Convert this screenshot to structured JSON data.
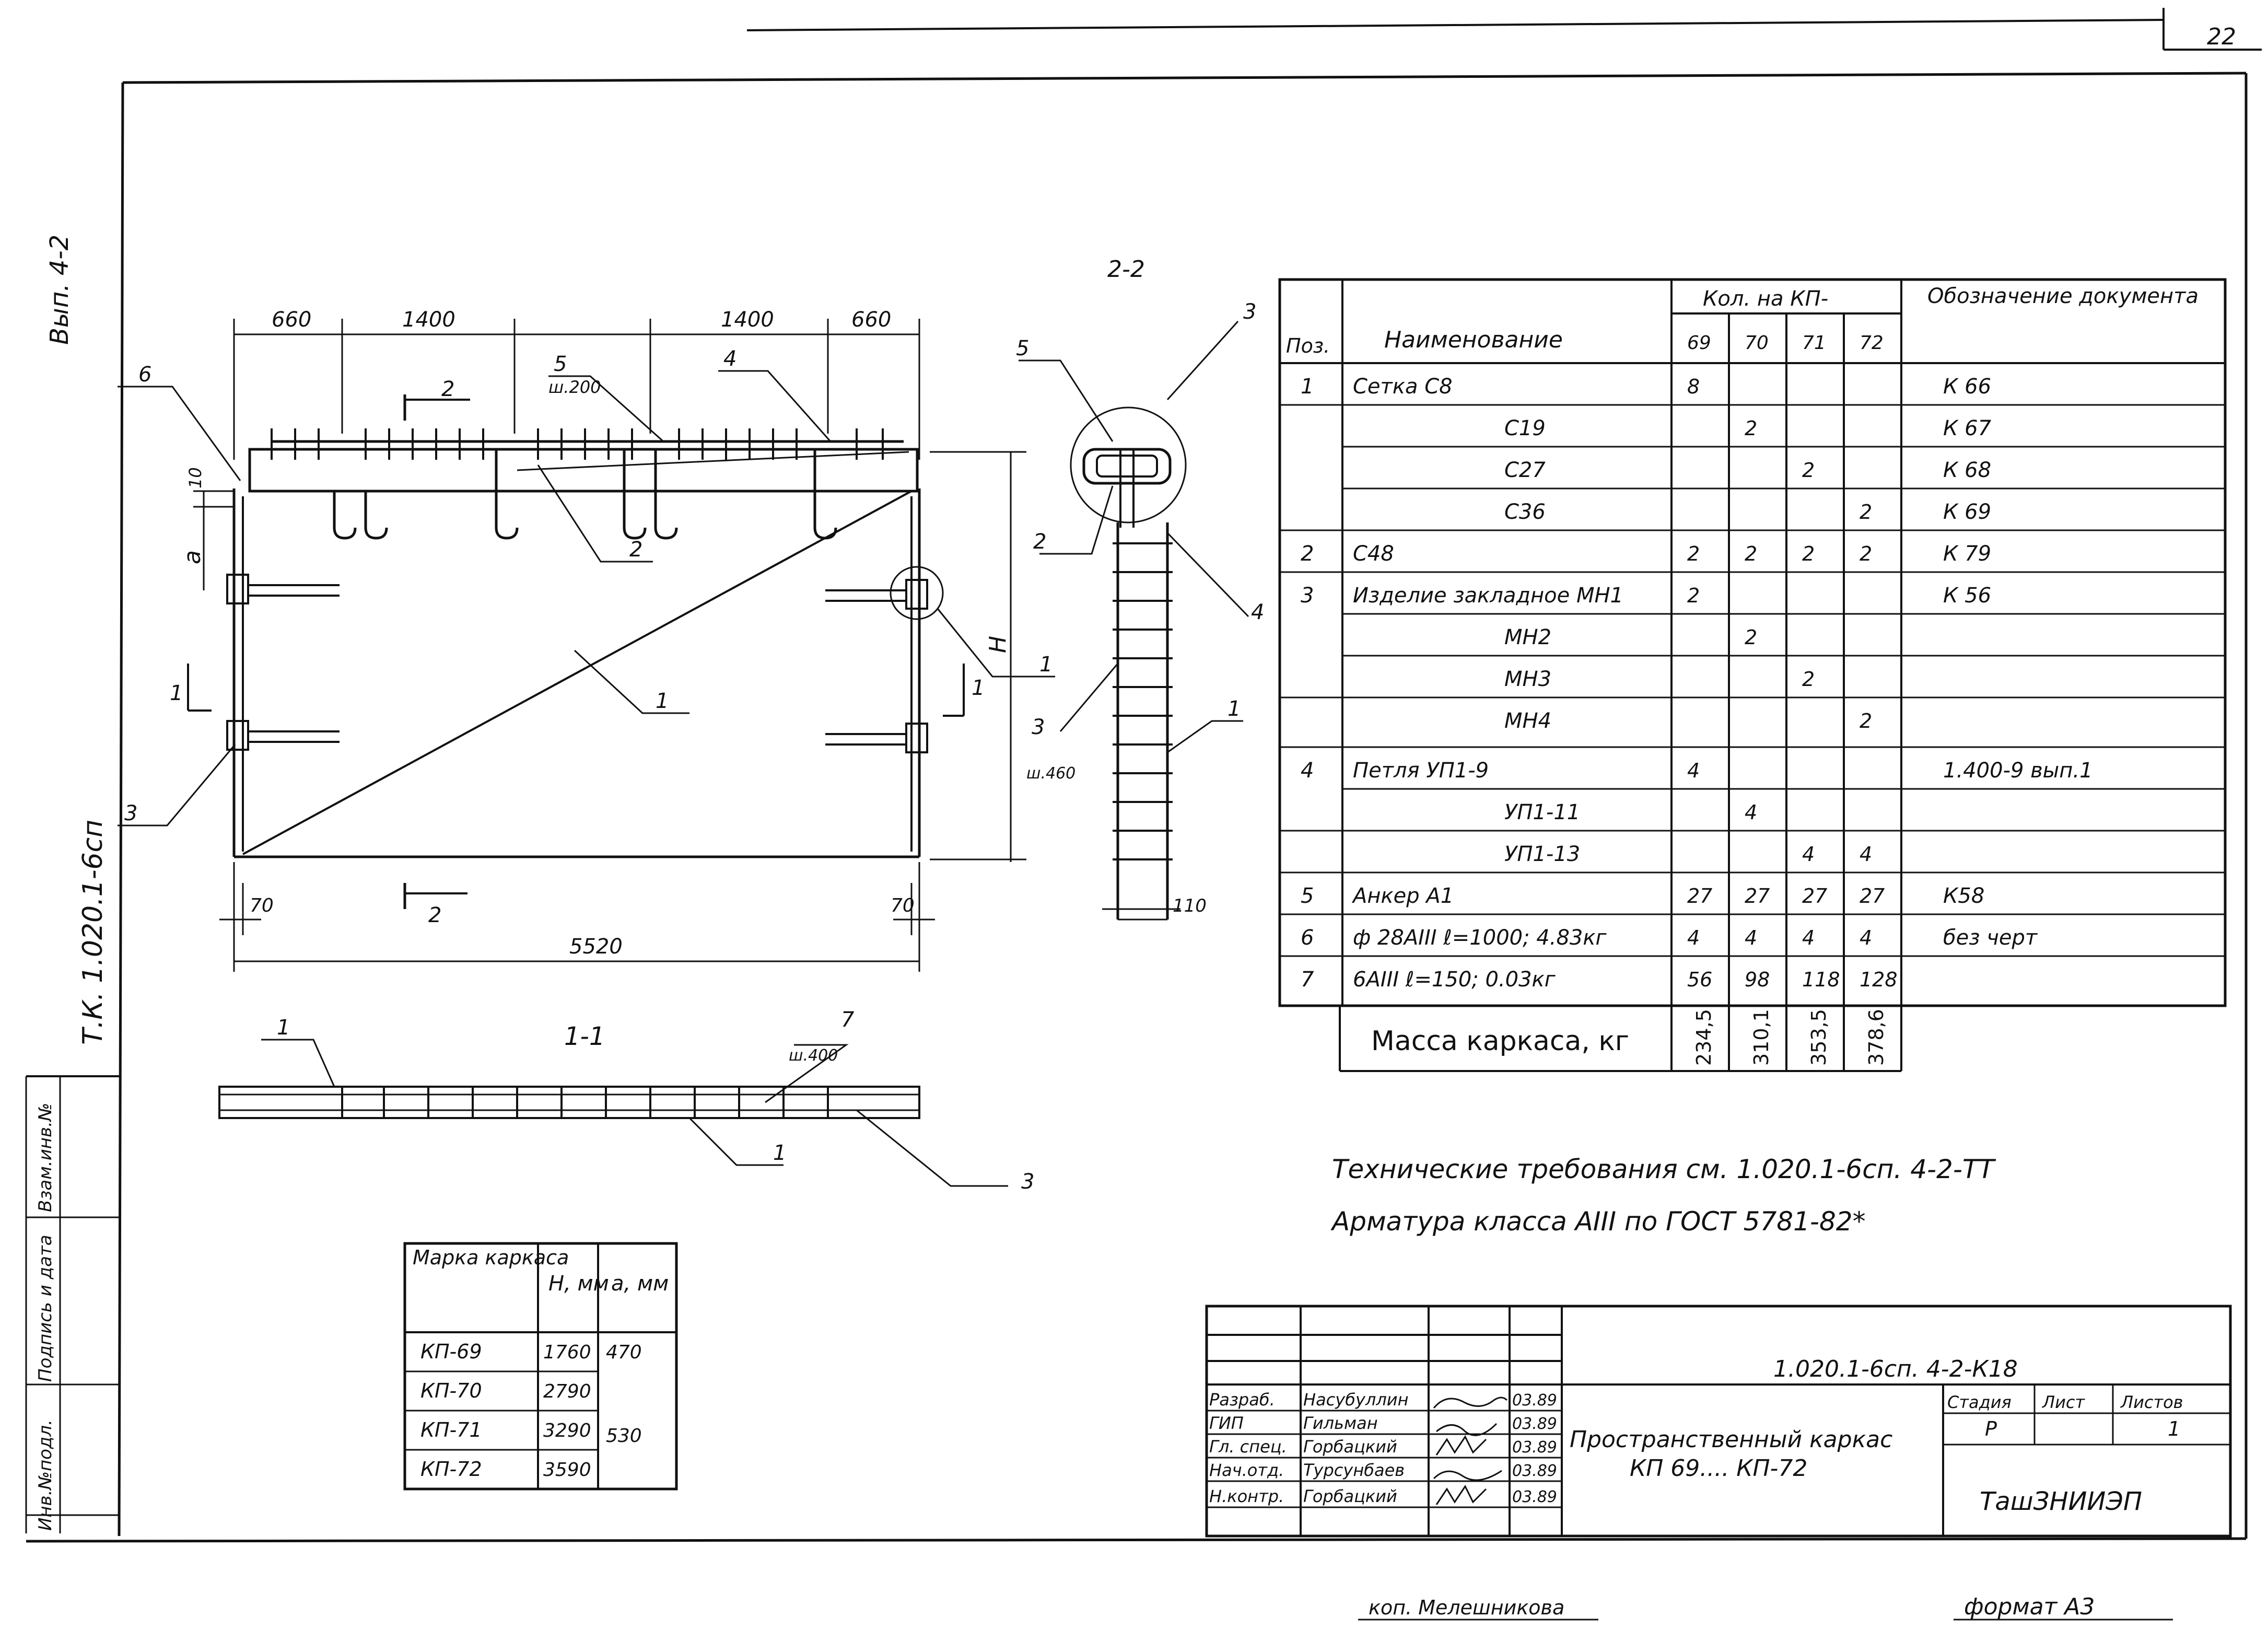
{
  "sheet": {
    "page_number": "22",
    "edition_label": "Вып. 4-2",
    "series_code": "Т.К. 1.020.1-6сп",
    "bottom_left_labels": [
      "Инв.№подл.",
      "Подпись и дата",
      "Взам.инв.№"
    ],
    "copied_by": "коп. Мелешникова",
    "format": "формат А3"
  },
  "section_2_2": {
    "title": "2-2",
    "spacing_5": "ш.200",
    "spacing_7": "ш.460",
    "dim_bottom": "110"
  },
  "elevation": {
    "dims_top": [
      "660",
      "1400",
      "1400",
      "660"
    ],
    "dim_bottom_total": "5520",
    "dim_left_70": "70",
    "dim_right_70": "70",
    "dim_10": "10",
    "dim_a": "а",
    "dim_H": "Н",
    "section_marks": {
      "two": "2",
      "one": "1"
    },
    "leaders": {
      "p5": "5",
      "p5_spacing": "ш.200",
      "p4": "4",
      "p6": "6",
      "p2": "2",
      "p1": "1",
      "p3": "3"
    }
  },
  "section_1_1": {
    "title": "1-1",
    "leaders": {
      "p1a": "1",
      "p7": "7",
      "p7_spacing": "ш.400",
      "p1b": "1",
      "p3": "3"
    }
  },
  "spec_table": {
    "headers": {
      "pos": "Поз.",
      "name": "Наименование",
      "qty_group": "Кол. на КП-",
      "qty_cols": [
        "69",
        "70",
        "71",
        "72"
      ],
      "doc": "Обозначение документа"
    },
    "rows": [
      {
        "pos": "1",
        "name": "Сетка С8",
        "qty": [
          "8",
          "",
          "",
          ""
        ],
        "doc": "К 66"
      },
      {
        "pos": "",
        "name": "С19",
        "qty": [
          "",
          "2",
          "",
          ""
        ],
        "doc": "К 67"
      },
      {
        "pos": "",
        "name": "С27",
        "qty": [
          "",
          "",
          "2",
          ""
        ],
        "doc": "К 68"
      },
      {
        "pos": "",
        "name": "С36",
        "qty": [
          "",
          "",
          "",
          "2"
        ],
        "doc": "К 69"
      },
      {
        "pos": "2",
        "name": "С48",
        "qty": [
          "2",
          "2",
          "2",
          "2"
        ],
        "doc": "К 79"
      },
      {
        "pos": "3",
        "name": "Изделие закладное МН1",
        "qty": [
          "2",
          "",
          "",
          ""
        ],
        "doc": "К 56"
      },
      {
        "pos": "",
        "name": "МН2",
        "qty": [
          "",
          "2",
          "",
          ""
        ],
        "doc": ""
      },
      {
        "pos": "",
        "name": "МН3",
        "qty": [
          "",
          "",
          "2",
          ""
        ],
        "doc": ""
      },
      {
        "pos": "",
        "name": "МН4",
        "qty": [
          "",
          "",
          "",
          "2"
        ],
        "doc": ""
      },
      {
        "pos": "4",
        "name": "Петля УП1-9",
        "qty": [
          "4",
          "",
          "",
          ""
        ],
        "doc": "1.400-9 вып.1"
      },
      {
        "pos": "",
        "name": "УП1-11",
        "qty": [
          "",
          "4",
          "",
          ""
        ],
        "doc": ""
      },
      {
        "pos": "",
        "name": "УП1-13",
        "qty": [
          "",
          "",
          "4",
          "4"
        ],
        "doc": ""
      },
      {
        "pos": "5",
        "name": "Анкер А1",
        "qty": [
          "27",
          "27",
          "27",
          "27"
        ],
        "doc": "К58"
      },
      {
        "pos": "6",
        "name": "ф 28АIII ℓ=1000; 4.83кг",
        "qty": [
          "4",
          "4",
          "4",
          "4"
        ],
        "doc": "без черт"
      },
      {
        "pos": "7",
        "name": "6АIII ℓ=150; 0.03кг",
        "qty": [
          "56",
          "98",
          "118",
          "128"
        ],
        "doc": ""
      }
    ],
    "mass_label": "Масса каркаса, кг",
    "mass_values": [
      "234,5",
      "310,1",
      "353,5",
      "378,6"
    ]
  },
  "notes": [
    "Технические требования см. 1.020.1-6сп. 4-2-ТТ",
    "Арматура класса АIII по ГОСТ 5781-82*"
  ],
  "marks_table": {
    "headers": [
      "Марка каркаса",
      "Н, мм",
      "а, мм"
    ],
    "rows": [
      {
        "mark": "КП-69",
        "H": "1760",
        "a": "470"
      },
      {
        "mark": "КП-70",
        "H": "2790",
        "a": ""
      },
      {
        "mark": "КП-71",
        "H": "3290",
        "a": "530"
      },
      {
        "mark": "КП-72",
        "H": "3590",
        "a": ""
      }
    ]
  },
  "title_block": {
    "doc_code": "1.020.1-6сп. 4-2-К18",
    "title_line1": "Пространственный каркас",
    "title_line2": "КП 69.... КП-72",
    "stage_label": "Стадия",
    "sheet_label": "Лист",
    "sheets_label": "Листов",
    "stage": "Р",
    "sheets": "1",
    "organization": "ТашЗНИИЭП",
    "roles": [
      {
        "role": "Разраб.",
        "name": "Насубуллин",
        "date": "03.89"
      },
      {
        "role": "ГИП",
        "name": "Гильман",
        "date": "03.89"
      },
      {
        "role": "Гл. спец.",
        "name": "Горбацкий",
        "date": "03.89"
      },
      {
        "role": "Нач.отд.",
        "name": "Турсунбаев",
        "date": "03.89"
      },
      {
        "role": "Н.контр.",
        "name": "Горбацкий",
        "date": "03.89"
      }
    ]
  }
}
